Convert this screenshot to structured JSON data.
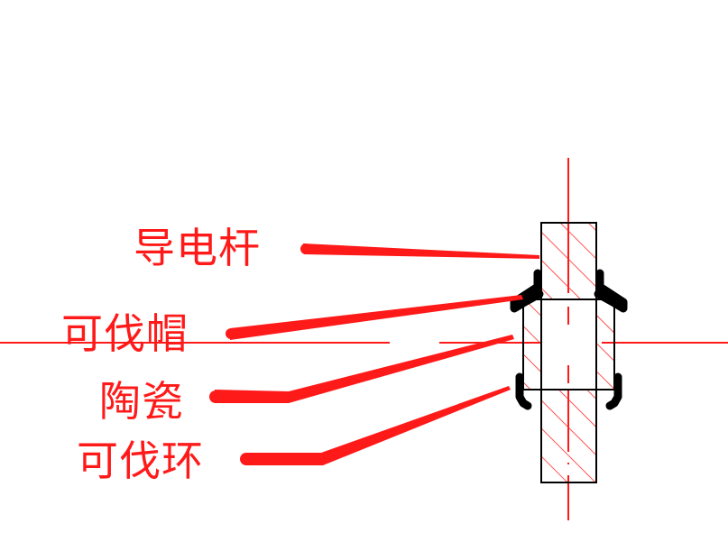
{
  "labels": {
    "conductor_rod": "导电杆",
    "cap": "可伐帽",
    "ceramic": "陶瓷",
    "ring": "可伐环"
  },
  "colors": {
    "annotation": "#ff1a1a",
    "outline": "#000000",
    "hatch": "#ff2a2a",
    "background": "#ffffff"
  }
}
